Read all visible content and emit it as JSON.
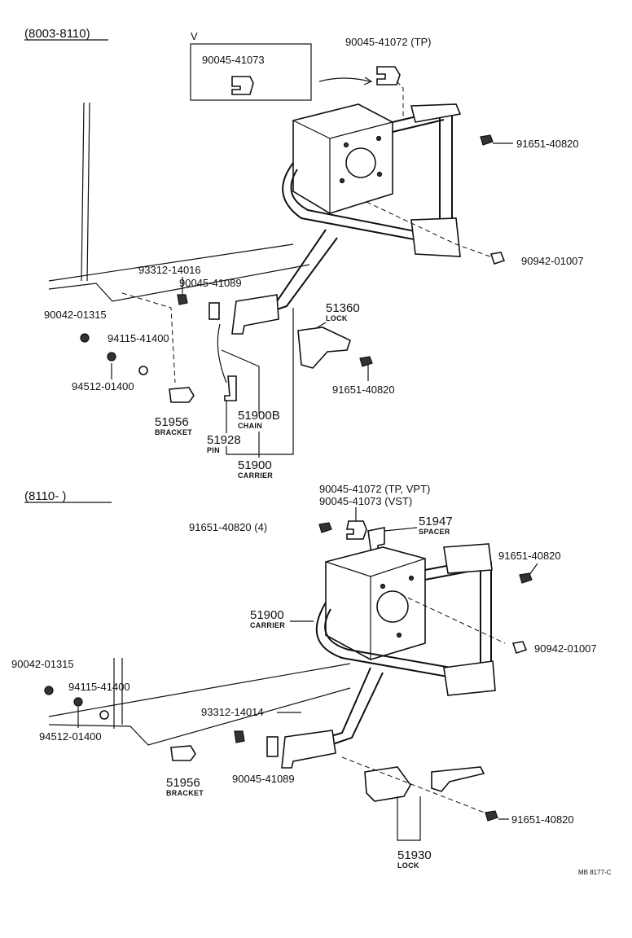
{
  "sections": {
    "top": "(8003-8110)",
    "bottom": "(8110-        )"
  },
  "top": {
    "inset_letter": "V",
    "inset_part": "90045-41073",
    "clip_tp": "90045-41072 (TP)",
    "bolt_upper": "91651-40820",
    "nut_right": "90942-01007",
    "bolt_93312": "93312-14016",
    "plate_41089": "90045-41089",
    "nut_90042": "90042-01315",
    "washer_94115": "94115-41400",
    "nut_94512": "94512-01400",
    "lock_num": "51360",
    "lock_name": "LOCK",
    "lock_bolt": "91651-40820",
    "chain_num": "51900B",
    "chain_name": "CHAIN",
    "pin_num": "51928",
    "pin_name": "PIN",
    "bracket_num": "51956",
    "bracket_name": "BRACKET",
    "carrier_num": "51900",
    "carrier_name": "CARRIER"
  },
  "bottom": {
    "clip_tp_vpt": "90045-41072 (TP, VPT)",
    "clip_vst": "90045-41073 (VST)",
    "bolt_4": "91651-40820 (4)",
    "spacer_num": "51947",
    "spacer_name": "SPACER",
    "bolt_right": "91651-40820",
    "carrier_num": "51900",
    "carrier_name": "CARRIER",
    "nut_right": "90942-01007",
    "nut_90042": "90042-01315",
    "washer_94115": "94115-41400",
    "nut_94512": "94512-01400",
    "bolt_93312": "93312-14014",
    "bracket_num": "51956",
    "bracket_name": "BRACKET",
    "plate_41089": "90045-41089",
    "lock_bolt": "91651-40820",
    "lock_num": "51930",
    "lock_name": "LOCK"
  },
  "figure_code": "MB 8177-C"
}
